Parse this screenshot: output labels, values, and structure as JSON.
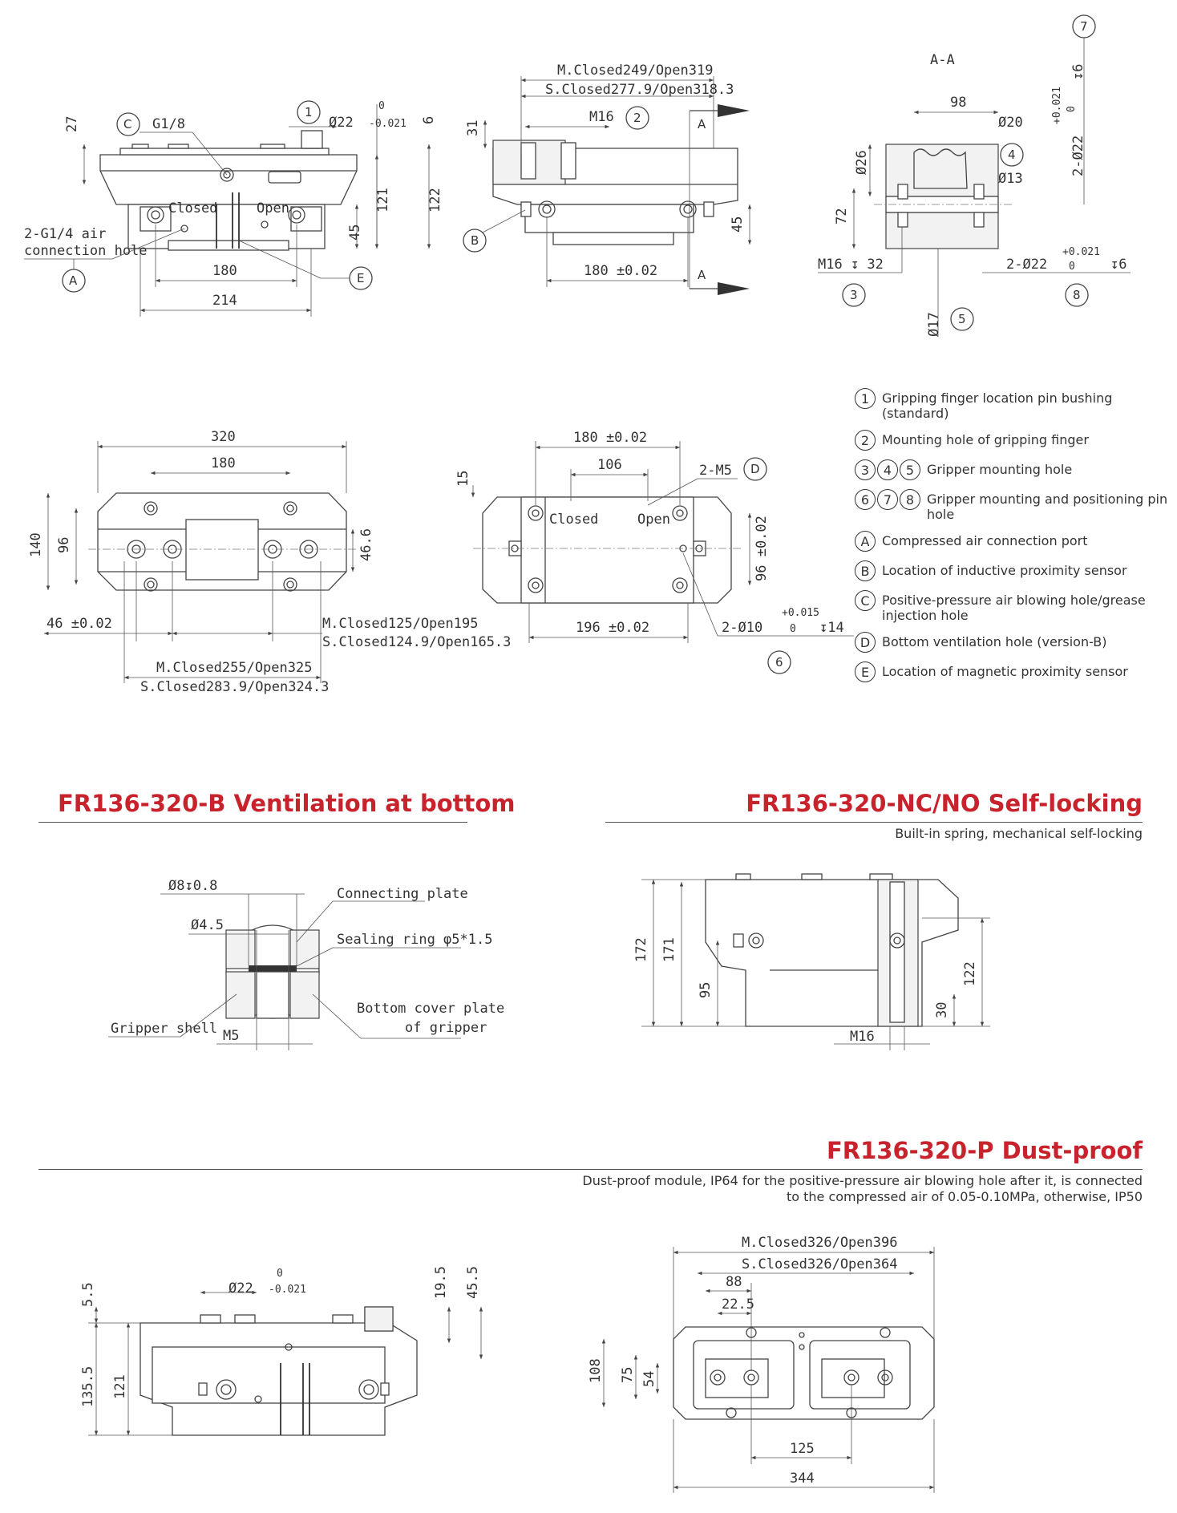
{
  "top_views": {
    "front": {
      "g_thread": "G1/8",
      "dia_22": "Ø22",
      "tol_upper": "0",
      "tol_lower": "-0.021",
      "dim_27": "27",
      "dim_6": "6",
      "dim_121": "121",
      "dim_122": "122",
      "dim_45": "45",
      "dim_180": "180",
      "dim_214": "214",
      "closed": "Closed",
      "open": "Open",
      "air_hole_line1": "2-G1/4 air",
      "air_hole_line2": "connection hole"
    },
    "side": {
      "m_closed_open": "M.Closed249/Open319",
      "s_closed_open": "S.Closed277.9/Open318.3",
      "m16": "M16",
      "dim_31": "31",
      "dim_45": "45",
      "dim_180": "180 ±0.02",
      "section_a": "A"
    },
    "section": {
      "title": "A-A",
      "dim_98": "98",
      "dia_20": "Ø20",
      "dia_26": "Ø26",
      "dia_13": "Ø13",
      "dim_72": "72",
      "m16_32": "M16 ↧ 32",
      "dia_22_pins": "2-Ø22",
      "tol_plus": "+0.021",
      "tol_zero": "0",
      "depth_6": "↧6",
      "dia_17": "Ø17",
      "vert_dia_22": "2-Ø22",
      "vert_tol": "+0.021",
      "vert_zero": "0",
      "vert_depth": "↧6"
    }
  },
  "mid_views": {
    "top": {
      "dim_320": "320",
      "dim_180": "180",
      "dim_140": "140",
      "dim_96": "96",
      "dim_46_6": "46.6",
      "dim_46": "46 ±0.02",
      "m_closed_open_1": "M.Closed125/Open195",
      "s_closed_open_1": "S.Closed124.9/Open165.3",
      "m_closed_open_2": "M.Closed255/Open325",
      "s_closed_open_2": "S.Closed283.9/Open324.3"
    },
    "bottom": {
      "dim_180": "180 ±0.02",
      "dim_106": "106",
      "m5": "2-M5",
      "dim_15": "15",
      "closed": "Closed",
      "open": "Open",
      "dim_96": "96 ±0.02",
      "dim_196": "196 ±0.02",
      "dia_10": "2-Ø10",
      "tol_plus": "+0.015",
      "tol_zero": "0",
      "depth_14": "↧14"
    }
  },
  "legend": [
    {
      "marks": [
        "1"
      ],
      "text": "Gripping finger location pin bushing (standard)"
    },
    {
      "marks": [
        "2"
      ],
      "text": "Mounting hole of gripping finger"
    },
    {
      "marks": [
        "3",
        "4",
        "5"
      ],
      "text": "Gripper mounting hole"
    },
    {
      "marks": [
        "6",
        "7",
        "8"
      ],
      "text": "Gripper mounting and positioning pin hole"
    },
    {
      "marks": [
        "A"
      ],
      "text": "Compressed air connection port"
    },
    {
      "marks": [
        "B"
      ],
      "text": "Location of inductive proximity sensor"
    },
    {
      "marks": [
        "C"
      ],
      "text": "Positive-pressure air blowing hole/grease injection hole"
    },
    {
      "marks": [
        "D"
      ],
      "text": "Bottom ventilation hole (version-B)"
    },
    {
      "marks": [
        "E"
      ],
      "text": "Location of magnetic proximity sensor"
    }
  ],
  "section_b": {
    "title": "FR136-320-B Ventilation at bottom",
    "dia_8": "Ø8↧0.8",
    "dia_4_5": "Ø4.5",
    "connecting_plate": "Connecting plate",
    "sealing_ring": "Sealing ring φ5*1.5",
    "bottom_cover_1": "Bottom cover plate",
    "bottom_cover_2": "of gripper",
    "gripper_shell": "Gripper shell",
    "m5": "M5"
  },
  "section_nc": {
    "title": "FR136-320-NC/NO Self-locking",
    "subtitle": "Built-in spring, mechanical self-locking",
    "dim_172": "172",
    "dim_171": "171",
    "dim_95": "95",
    "dim_122": "122",
    "dim_30": "30",
    "m16": "M16"
  },
  "section_p": {
    "title": "FR136-320-P Dust-proof",
    "subtitle_1": "Dust-proof module, IP64 for the positive-pressure air blowing hole after it, is connected",
    "subtitle_2": "to the compressed air of 0.05-0.10MPa, otherwise, IP50",
    "side": {
      "dia_22": "Ø22",
      "tol_upper": "0",
      "tol_lower": "-0.021",
      "dim_5_5": "5.5",
      "dim_135_5": "135.5",
      "dim_121": "121",
      "dim_19_5": "19.5",
      "dim_45_5": "45.5"
    },
    "top": {
      "m_closed_open": "M.Closed326/Open396",
      "s_closed_open": "S.Closed326/Open364",
      "dim_88": "88",
      "dim_22_5": "22.5",
      "dim_108": "108",
      "dim_75": "75",
      "dim_54": "54",
      "dim_125": "125",
      "dim_344": "344"
    }
  }
}
